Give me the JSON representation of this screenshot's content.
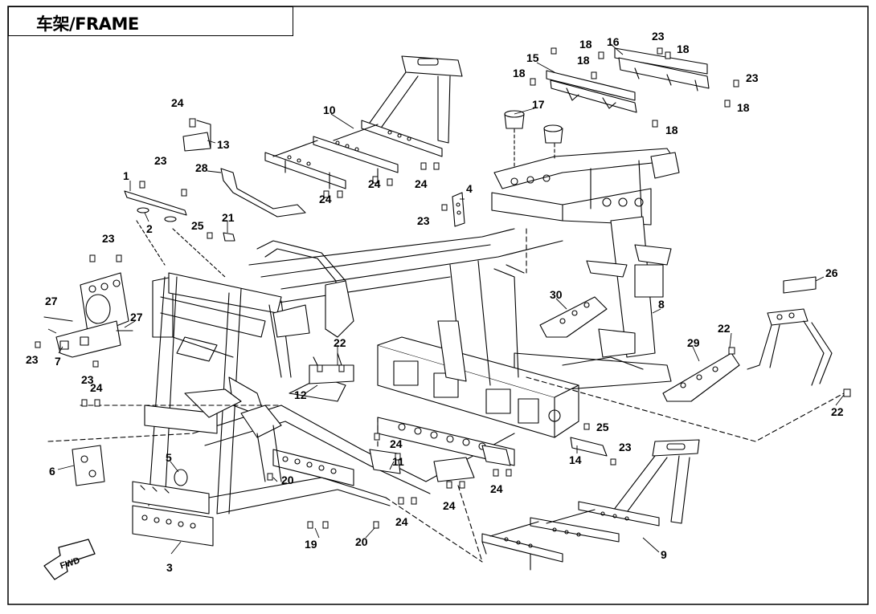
{
  "title": "车架/FRAME",
  "fwd_label": "FWD",
  "colors": {
    "line": "#000000",
    "background": "#ffffff"
  },
  "callouts": [
    {
      "id": "c1",
      "label": "1"
    },
    {
      "id": "c2",
      "label": "2"
    },
    {
      "id": "c3",
      "label": "3"
    },
    {
      "id": "c4",
      "label": "4"
    },
    {
      "id": "c5",
      "label": "5"
    },
    {
      "id": "c6",
      "label": "6"
    },
    {
      "id": "c7",
      "label": "7"
    },
    {
      "id": "c8",
      "label": "8"
    },
    {
      "id": "c9",
      "label": "9"
    },
    {
      "id": "c10",
      "label": "10"
    },
    {
      "id": "c11",
      "label": "11"
    },
    {
      "id": "c12",
      "label": "12"
    },
    {
      "id": "c13",
      "label": "13"
    },
    {
      "id": "c14",
      "label": "14"
    },
    {
      "id": "c15",
      "label": "15"
    },
    {
      "id": "c16",
      "label": "16"
    },
    {
      "id": "c17",
      "label": "17"
    },
    {
      "id": "c18a",
      "label": "18"
    },
    {
      "id": "c18b",
      "label": "18"
    },
    {
      "id": "c18c",
      "label": "18"
    },
    {
      "id": "c18d",
      "label": "18"
    },
    {
      "id": "c18e",
      "label": "18"
    },
    {
      "id": "c18f",
      "label": "18"
    },
    {
      "id": "c19",
      "label": "19"
    },
    {
      "id": "c20a",
      "label": "20"
    },
    {
      "id": "c20b",
      "label": "20"
    },
    {
      "id": "c21",
      "label": "21"
    },
    {
      "id": "c22a",
      "label": "22"
    },
    {
      "id": "c22b",
      "label": "22"
    },
    {
      "id": "c22c",
      "label": "22"
    },
    {
      "id": "c23a",
      "label": "23"
    },
    {
      "id": "c23b",
      "label": "23"
    },
    {
      "id": "c23c",
      "label": "23"
    },
    {
      "id": "c23d",
      "label": "23"
    },
    {
      "id": "c23e",
      "label": "23"
    },
    {
      "id": "c23f",
      "label": "23"
    },
    {
      "id": "c23g",
      "label": "23"
    },
    {
      "id": "c23h",
      "label": "23"
    },
    {
      "id": "c24a",
      "label": "24"
    },
    {
      "id": "c24b",
      "label": "24"
    },
    {
      "id": "c24c",
      "label": "24"
    },
    {
      "id": "c24d",
      "label": "24"
    },
    {
      "id": "c24e",
      "label": "24"
    },
    {
      "id": "c24f",
      "label": "24"
    },
    {
      "id": "c24g",
      "label": "24"
    },
    {
      "id": "c24h",
      "label": "24"
    },
    {
      "id": "c24i",
      "label": "24"
    },
    {
      "id": "c25a",
      "label": "25"
    },
    {
      "id": "c25b",
      "label": "25"
    },
    {
      "id": "c26",
      "label": "26"
    },
    {
      "id": "c27a",
      "label": "27"
    },
    {
      "id": "c27b",
      "label": "27"
    },
    {
      "id": "c28",
      "label": "28"
    },
    {
      "id": "c29",
      "label": "29"
    },
    {
      "id": "c30",
      "label": "30"
    }
  ]
}
